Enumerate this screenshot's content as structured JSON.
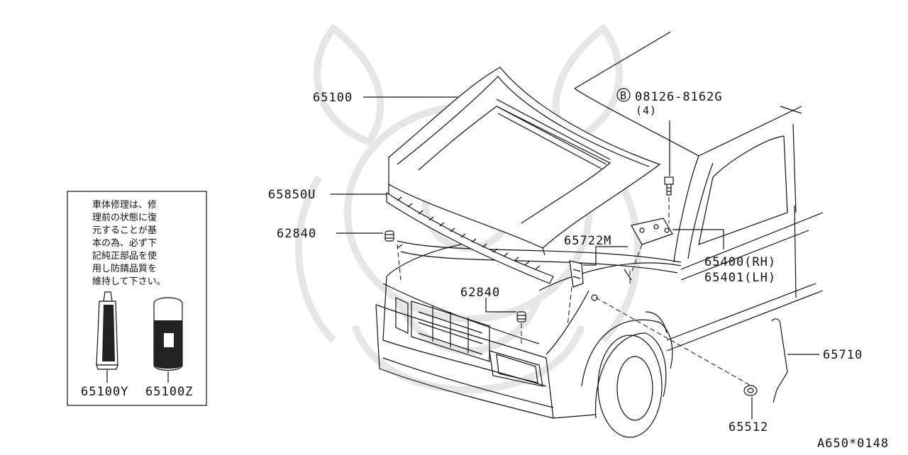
{
  "parts": {
    "hood": "65100",
    "hood_seal": "65850U",
    "bumper_upper": "62840",
    "bumper_lower": "62840",
    "bolt": "08126-8162G",
    "bolt_marker": "B",
    "bolt_qty": "(4)",
    "hood_lock": "65722M",
    "hinge_rh": "65400(RH)",
    "hinge_lh": "65401(LH)",
    "hood_rod": "65710",
    "rod_clip": "65512",
    "sealant": "65100Y",
    "paint": "65100Z"
  },
  "note": {
    "lines": [
      "車体修理は、修",
      "理前の状態に復",
      "元することが基",
      "本の為、必ず下",
      "記純正部品を使",
      "用し防錆品質を",
      "維持して下さい。"
    ]
  },
  "diagram_code": "A650*0148"
}
